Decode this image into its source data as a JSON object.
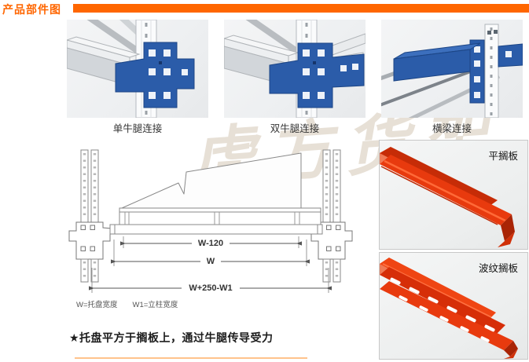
{
  "header": {
    "title": "产品部件图"
  },
  "connections": {
    "items": [
      {
        "label": "单牛腿连接"
      },
      {
        "label": "双牛腿连接"
      },
      {
        "label": "横梁连接"
      }
    ]
  },
  "diagram": {
    "dim_top": "W-120",
    "dim_mid": "W",
    "dim_bottom": "W+250-W1",
    "legend": "W=托盘宽度　　W1=立柱宽度"
  },
  "shelves": {
    "items": [
      {
        "label": "平搁板"
      },
      {
        "label": "波纹搁板"
      }
    ]
  },
  "footnote": "★托盘平方于搁板上，通过牛腿传导受力",
  "watermark": "虎方货架",
  "colors": {
    "accent_orange": "#ff6600",
    "bracket_blue": "#2b5ca9",
    "shelf_red": "#e63912",
    "steel_gray": "#d2d6da"
  }
}
